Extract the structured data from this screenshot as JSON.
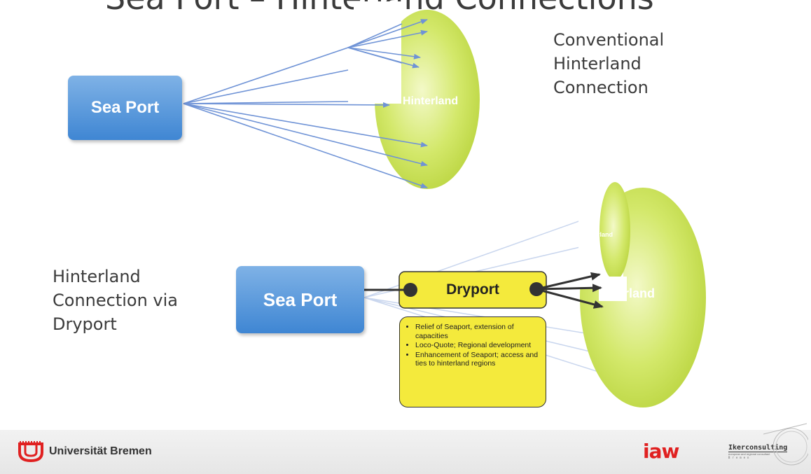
{
  "title": "Sea Port – Hinterland Connections",
  "top": {
    "box_label": "Sea Port",
    "region_label": "Hinterland",
    "caption_lines": [
      "Conventional",
      "Hinterland",
      "Connection"
    ]
  },
  "bottom": {
    "box_label": "Sea Port",
    "dryport_label": "Dryport",
    "region_label": "nterland",
    "region_small_label": "erland",
    "caption_lines": [
      "Hinterland",
      "Connection via",
      "Dryport"
    ],
    "bullets": [
      "Relief of Seaport, extension of capacities",
      "Loco-Quote; Regional development",
      "Enhancement of Seaport; access and ties to hinterland regions"
    ]
  },
  "footer": {
    "university": "Universität Bremen",
    "iaw": "iaw",
    "iker_name": "Ikerconsulting",
    "iker_tagline": "european and regional consultant",
    "iker_city": "Bremen"
  },
  "colors": {
    "box_blue": "#4a8fd8",
    "region_green": "#c8e05a",
    "arrow_blue": "#6f93d6",
    "dryport_yellow": "#f4ea3c"
  }
}
